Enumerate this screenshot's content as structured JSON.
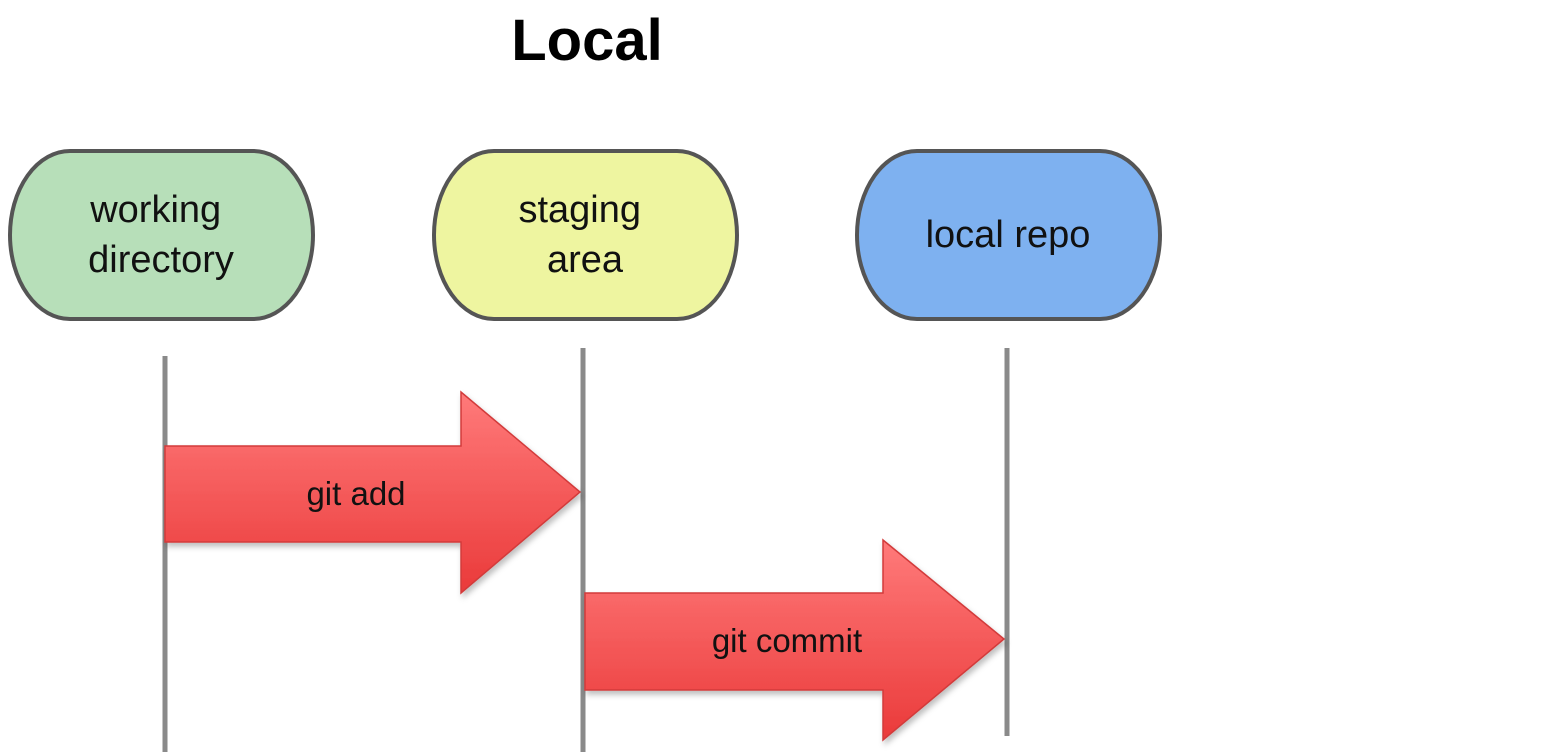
{
  "title": "Local",
  "nodes": [
    {
      "id": "working-directory",
      "lines": [
        "working",
        "directory"
      ],
      "color": "#b7dfb9"
    },
    {
      "id": "staging-area",
      "lines": [
        "staging",
        "area"
      ],
      "color": "#eef5a0"
    },
    {
      "id": "local-repo",
      "lines": [
        "local repo"
      ],
      "color": "#7eb1f0"
    }
  ],
  "arrows": [
    {
      "id": "git-add",
      "label": "git add",
      "from": "working-directory",
      "to": "staging-area"
    },
    {
      "id": "git-commit",
      "label": "git commit",
      "from": "staging-area",
      "to": "local-repo"
    }
  ],
  "colors": {
    "node_border": "#555555",
    "lifeline": "#8a8a8a",
    "arrow_fill_top": "#ff7a7a",
    "arrow_fill_bottom": "#ea3a3a",
    "arrow_stroke": "#d23a3a"
  }
}
